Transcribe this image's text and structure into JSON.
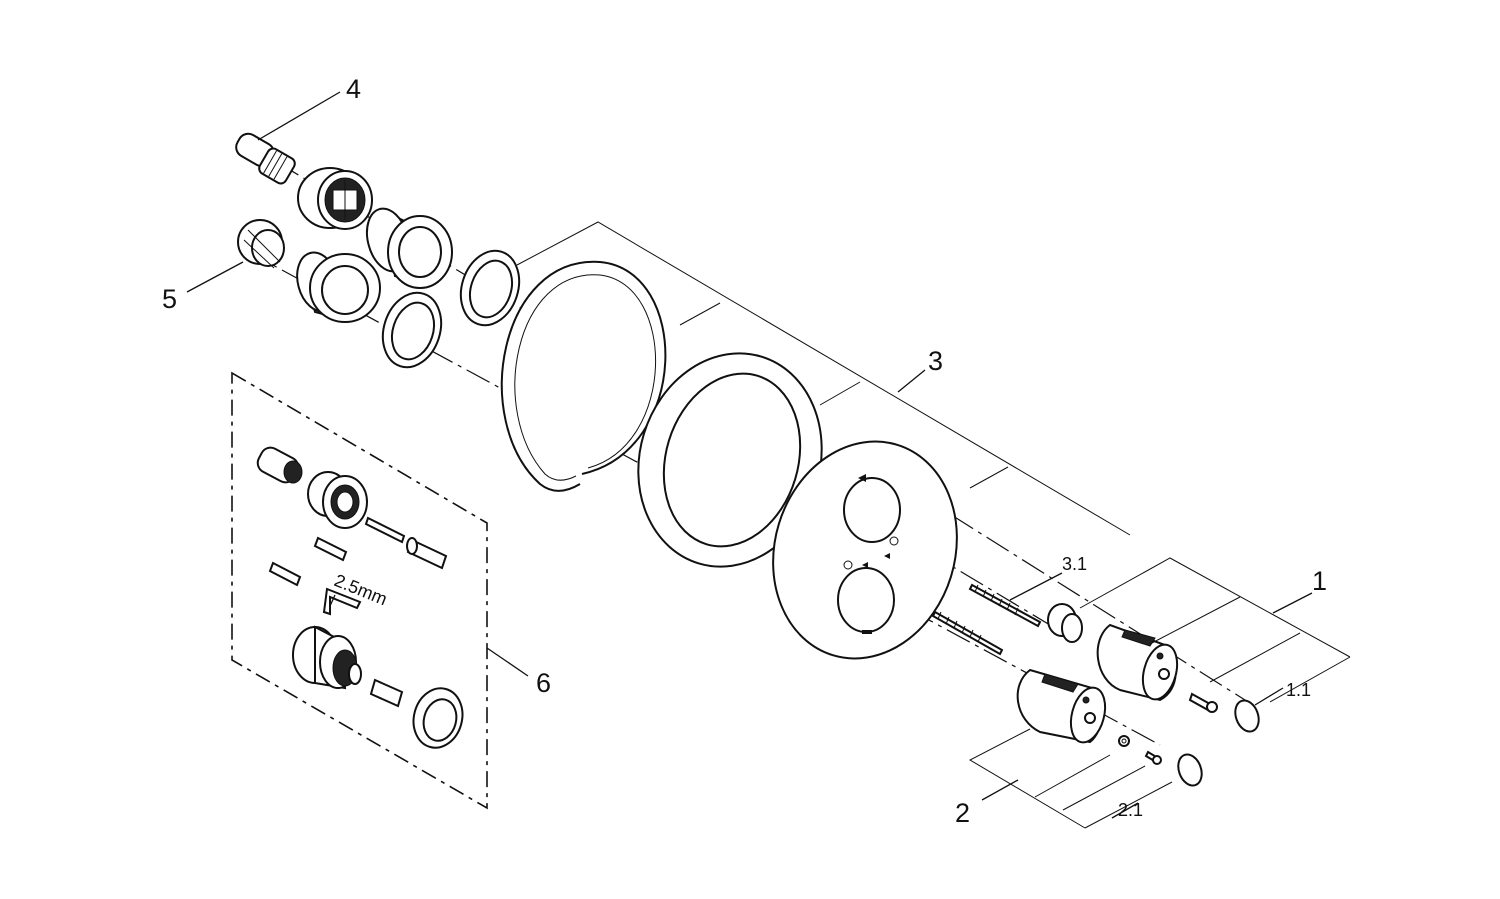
{
  "callouts": {
    "c1": "1",
    "c1_1": "1.1",
    "c2": "2",
    "c2_1": "2.1",
    "c3": "3",
    "c3_1": "3.1",
    "c4": "4",
    "c5": "5",
    "c6": "6"
  },
  "annotations": {
    "hex_key": "2.5mm"
  }
}
